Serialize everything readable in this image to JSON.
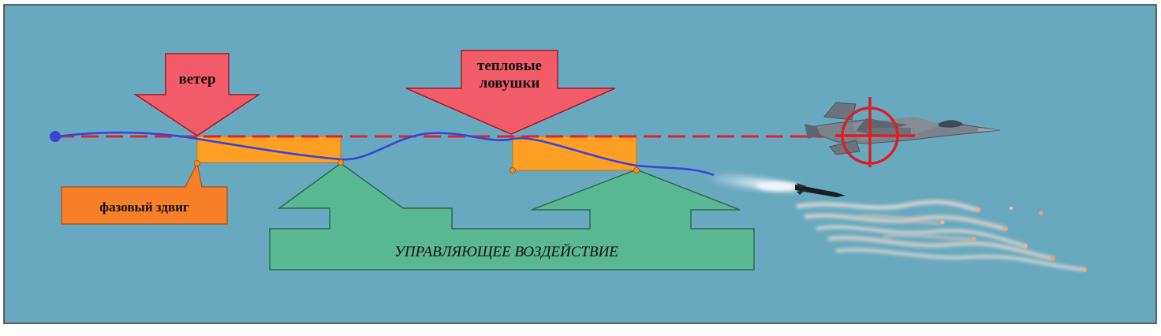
{
  "labels": {
    "wind": "ветер",
    "flares_line1": "тепловые",
    "flares_line2": "ловушки",
    "phase_shift": "фазовый здвиг",
    "control": "УПРАВЛЯЮЩЕЕ ВОЗДЕЙСТВИЕ"
  },
  "colors": {
    "background": "#68a9c0",
    "frame": "#3a3a3a",
    "disturbance_arrow": "#f25c68",
    "disturbance_stroke": "#a11a24",
    "shift_bar": "#ffa024",
    "phase_box": "#f77f28",
    "control_arrow": "#59b793",
    "control_stroke": "#2c6b4f",
    "trajectory": "#3845d4",
    "sight_line": "#e0242c",
    "crosshair": "#d82028"
  },
  "icons": {
    "aircraft": "fighter-jet-icon",
    "missile": "missile-icon",
    "target": "crosshair-icon",
    "flares": "flare-trails-icon",
    "launch_point": "launch-point-dot"
  }
}
